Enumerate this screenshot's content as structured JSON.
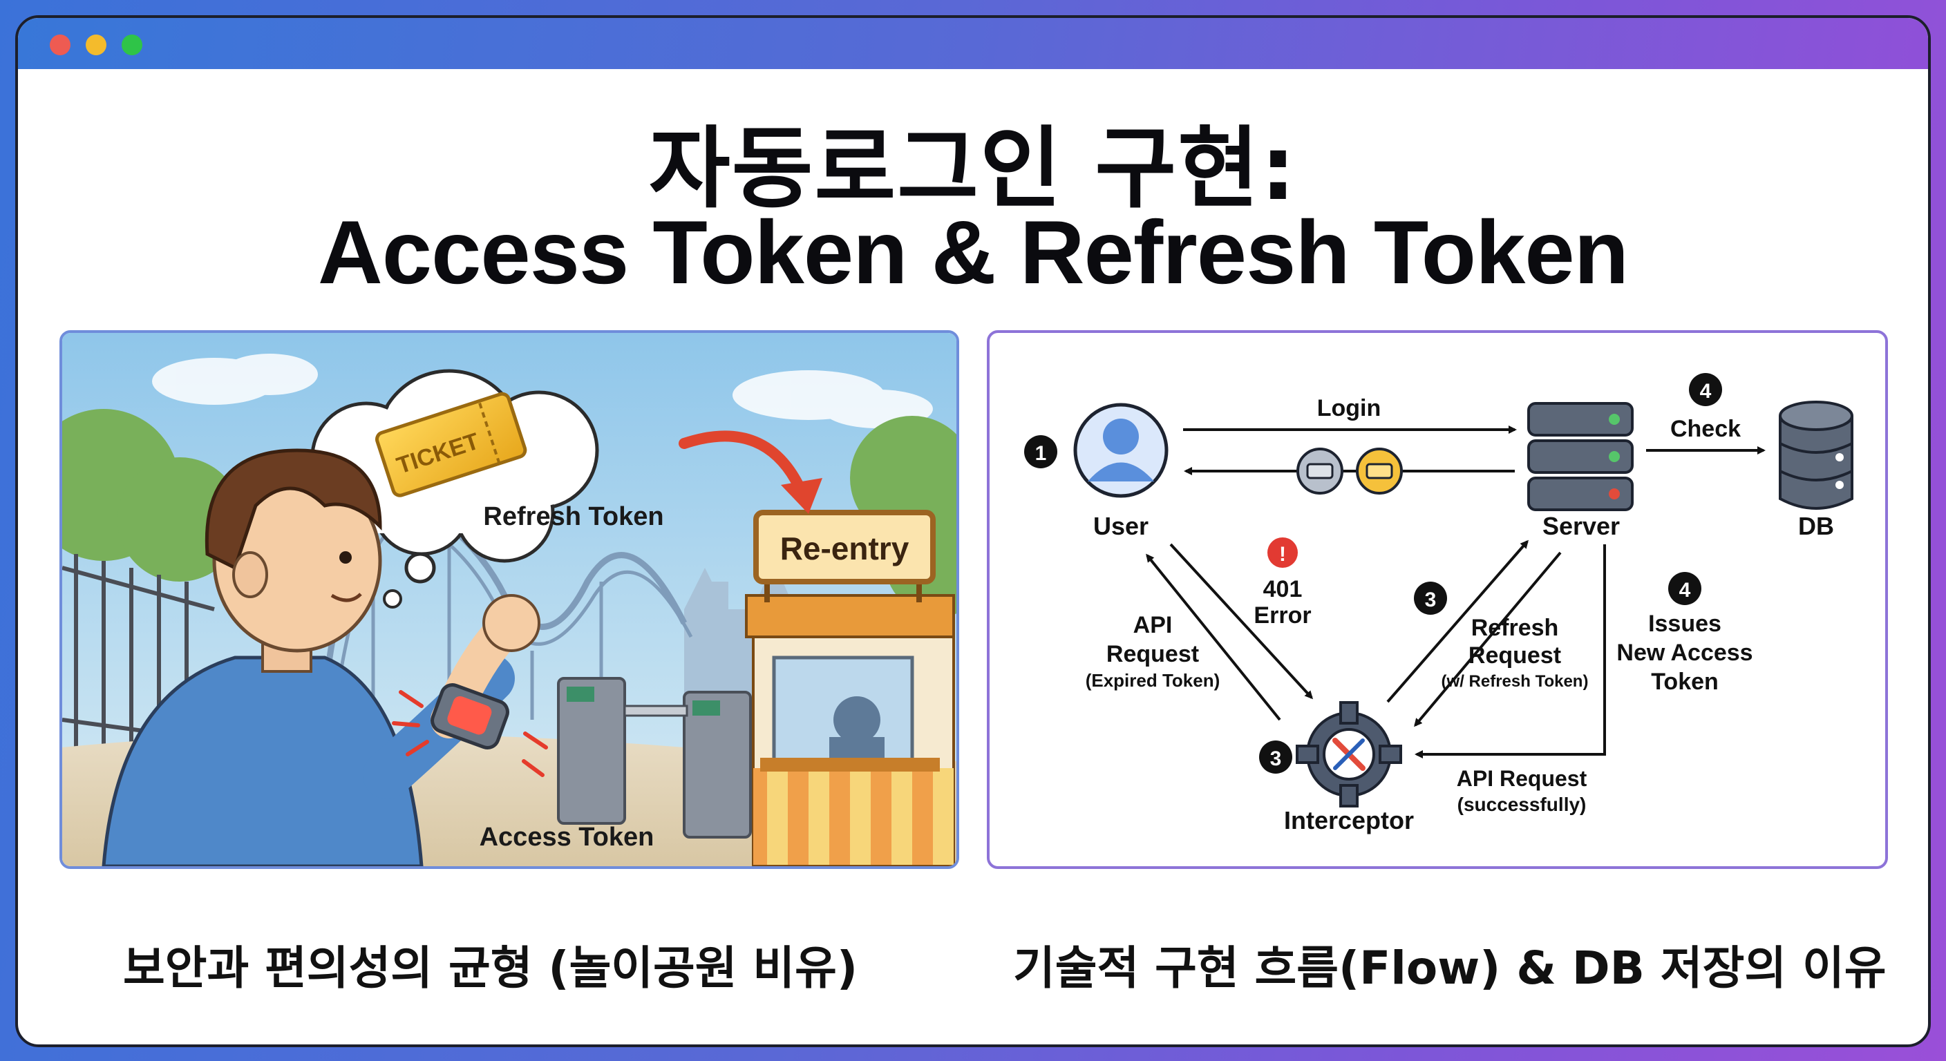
{
  "window": {
    "controls": [
      "close",
      "minimize",
      "maximize"
    ]
  },
  "title": {
    "line1": "자동로그인 구현:",
    "line2": "Access Token & Refresh Token"
  },
  "illustration": {
    "ticket_label": "TICKET",
    "thought_label": "Refresh Token",
    "booth_sign": "Re-entry",
    "wristband_label": "Access Token"
  },
  "flow": {
    "user_label": "User",
    "server_label": "Server",
    "db_label": "DB",
    "interceptor_label": "Interceptor",
    "login_label": "Login",
    "check_label": "Check",
    "error_code": "401",
    "error_word": "Error",
    "api_request_l1": "API",
    "api_request_l2": "Request",
    "api_request_sub": "(Expired Token)",
    "refresh_l1": "Refresh",
    "refresh_l2": "Request",
    "refresh_sub": "(w/ Refresh Token)",
    "issues_l1": "Issues",
    "issues_l2": "New Access",
    "issues_l3": "Token",
    "api_success_l1": "API Request",
    "api_success_l2": "(successfully)",
    "step_user": "1",
    "step_check": "4",
    "step_refresh": "3",
    "step_interceptor": "3",
    "step_issues": "4",
    "alert_glyph": "!"
  },
  "captions": {
    "left": "보안과 편의성의 균형 (놀이공원 비유)",
    "right": "기술적 구현 흐름(Flow) & DB 저장의 이유"
  }
}
